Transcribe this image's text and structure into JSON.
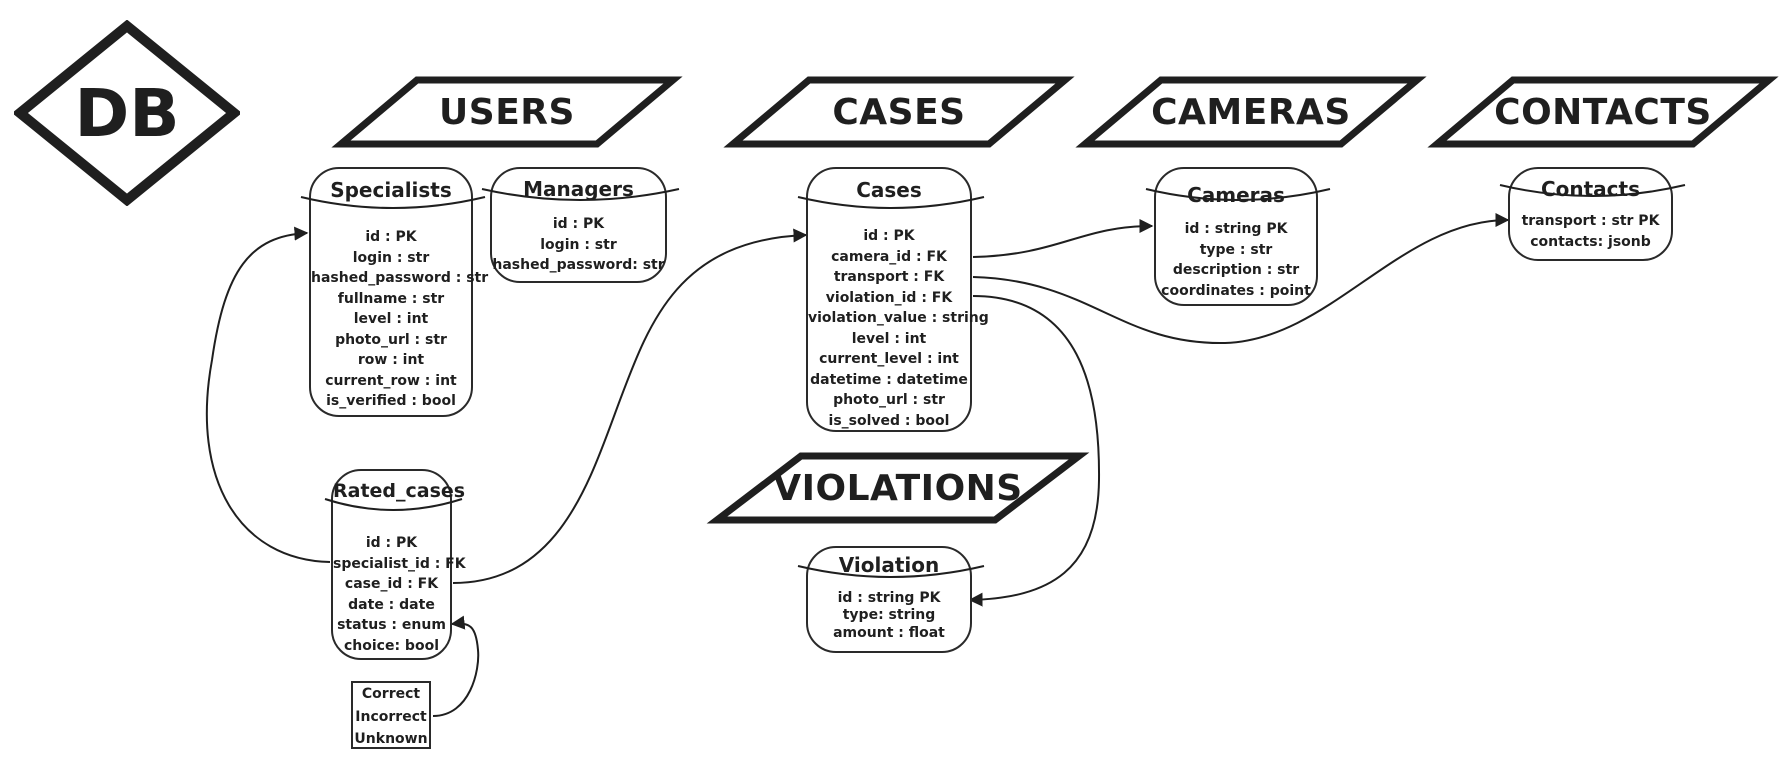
{
  "logo": {
    "label": "DB"
  },
  "sections": {
    "users": "USERS",
    "cases": "CASES",
    "cameras": "CAMERAS",
    "contacts": "CONTACTS",
    "violations": "VIOLATIONS"
  },
  "entities": {
    "specialists": {
      "name": "Specialists",
      "fields": [
        "id : PK",
        "login : str",
        "hashed_password : str",
        "fullname : str",
        "level : int",
        "photo_url : str",
        "row : int",
        "current_row : int",
        "is_verified : bool"
      ]
    },
    "managers": {
      "name": "Managers",
      "fields": [
        "id : PK",
        "login : str",
        "hashed_password: str"
      ]
    },
    "cases": {
      "name": "Cases",
      "fields": [
        "id : PK",
        "camera_id : FK",
        "transport : FK",
        "violation_id : FK",
        "violation_value : string",
        "level : int",
        "current_level : int",
        "datetime : datetime",
        "photo_url : str",
        "is_solved : bool"
      ]
    },
    "cameras": {
      "name": "Cameras",
      "fields": [
        "id : string PK",
        "type : str",
        "description : str",
        "coordinates : point"
      ]
    },
    "contacts": {
      "name": "Contacts",
      "fields": [
        "transport : str PK",
        "contacts: jsonb"
      ]
    },
    "rated_cases": {
      "name": "Rated_cases",
      "fields": [
        "id : PK",
        "specialist_id : FK",
        "case_id : FK",
        "date : date",
        "status : enum",
        "choice: bool"
      ]
    },
    "violation": {
      "name": "Violation",
      "fields": [
        "id : string PK",
        "type: string",
        "amount : float"
      ]
    }
  },
  "status_enum": {
    "values": [
      "Correct",
      "Incorrect",
      "Unknown"
    ]
  },
  "colors": {
    "stroke": "#1f1f1f",
    "background": "#ffffff"
  }
}
